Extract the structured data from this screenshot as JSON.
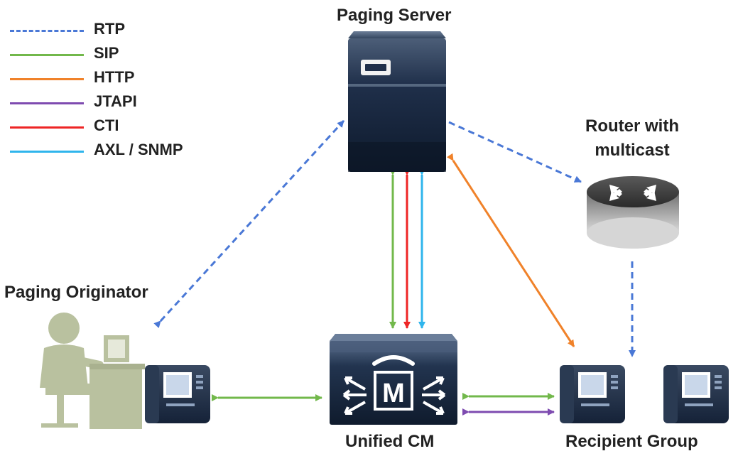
{
  "legend": [
    {
      "label": "RTP",
      "color": "#4a78d6",
      "style": "dashed"
    },
    {
      "label": "SIP",
      "color": "#72b84b",
      "style": "solid"
    },
    {
      "label": "HTTP",
      "color": "#f0822a",
      "style": "solid"
    },
    {
      "label": "JTAPI",
      "color": "#7e4bb0",
      "style": "solid"
    },
    {
      "label": "CTI",
      "color": "#ee2525",
      "style": "solid"
    },
    {
      "label": "AXL / SNMP",
      "color": "#2fb5ec",
      "style": "solid"
    }
  ],
  "nodes": {
    "paging_server": "Paging Server",
    "router_line1": "Router with",
    "router_line2": "multicast",
    "paging_originator": "Paging Originator",
    "unified_cm": "Unified CM",
    "recipient_group": "Recipient Group"
  },
  "colors": {
    "rtp": "#4a78d6",
    "sip": "#72b84b",
    "http": "#f0822a",
    "jtapi": "#7e4bb0",
    "cti": "#ee2525",
    "axl_snmp": "#2fb5ec",
    "device_dark": "#1c2c44",
    "person": "#b9c19f"
  },
  "icons": [
    "server-icon",
    "router-icon",
    "cisco-unified-cm-icon",
    "ip-phone-icon",
    "user-at-desk-icon"
  ]
}
